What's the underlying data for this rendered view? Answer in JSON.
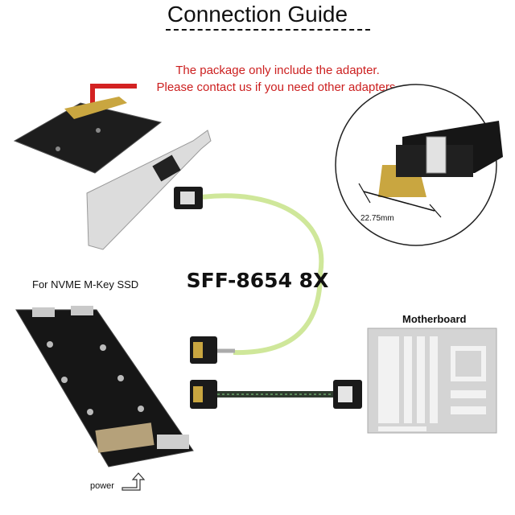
{
  "header": {
    "title": "Connection Guide"
  },
  "notice": {
    "line1": "The package only include the adapter.",
    "line2": "Please contact us if you need other adapters."
  },
  "labels": {
    "nvme": "For NVME M-Key SSD",
    "cable": "SFF-8654 8X",
    "motherboard": "Motherboard",
    "power": "power",
    "dimension": "22.75mm"
  },
  "colors": {
    "notice_red": "#cc1f1f",
    "cable_green": "#cfe79a",
    "pcb_black": "#1b1b1b",
    "gold": "#c9a640",
    "motherboard_gray": "#cfcfcf"
  }
}
